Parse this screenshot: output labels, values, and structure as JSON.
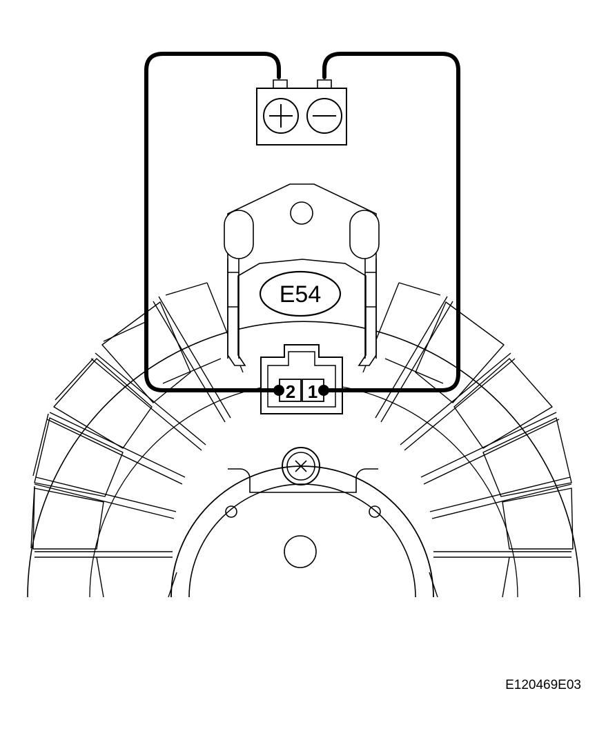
{
  "diagram": {
    "connector_label": "E54",
    "pins": [
      {
        "number": "2"
      },
      {
        "number": "1"
      }
    ],
    "battery": {
      "positive_symbol": "+",
      "negative_symbol": "−"
    },
    "figure_id": "E120469E03"
  }
}
